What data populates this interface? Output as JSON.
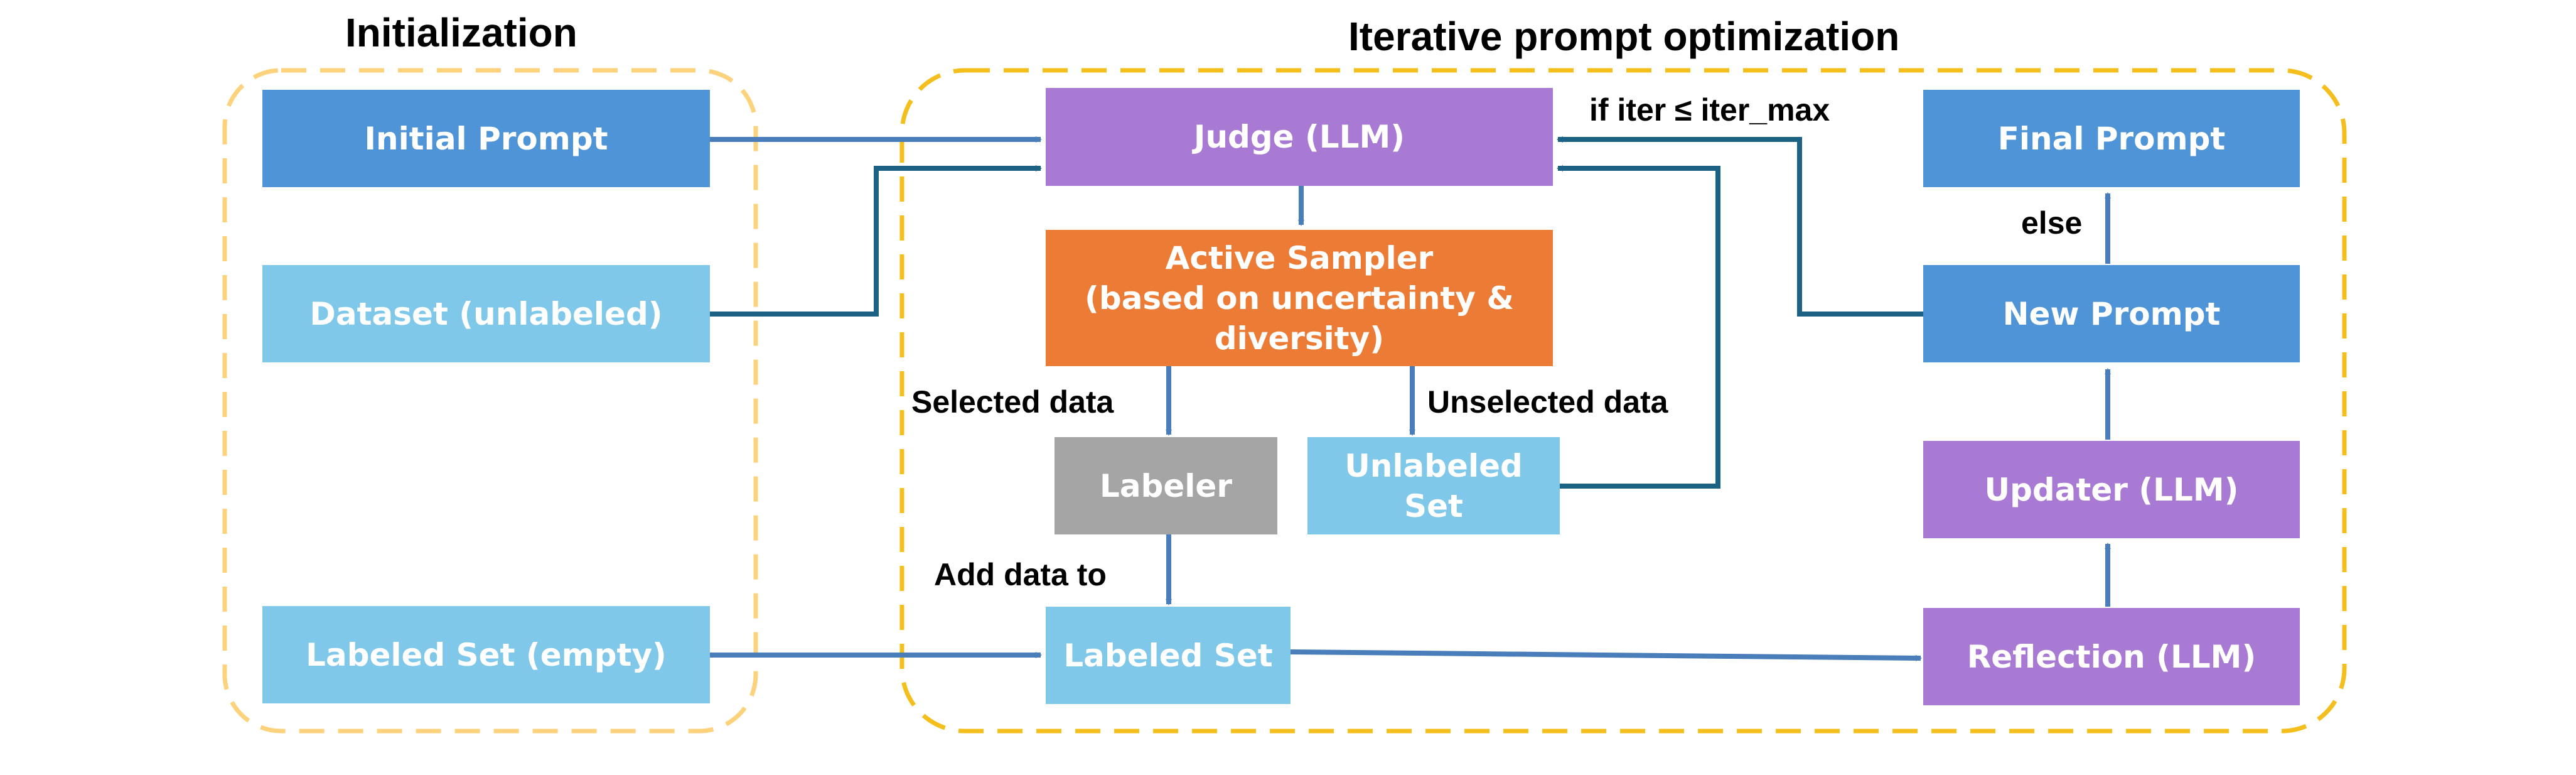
{
  "sections": {
    "initialization": "Initialization",
    "iterative": "Iterative prompt optimization"
  },
  "nodes": {
    "initial_prompt": "Initial Prompt",
    "dataset_unlabeled": "Dataset (unlabeled)",
    "labeled_set_empty": "Labeled Set (empty)",
    "judge": "Judge (LLM)",
    "active_sampler": "Active Sampler\n(based on uncertainty &\ndiversity)",
    "labeler": "Labeler",
    "unlabeled_set": "Unlabeled\nSet",
    "labeled_set": "Labeled Set",
    "final_prompt": "Final Prompt",
    "new_prompt": "New Prompt",
    "updater": "Updater (LLM)",
    "reflection": "Reflection (LLM)"
  },
  "edge_labels": {
    "loop_condition": "if iter ≤ iter_max",
    "else": "else",
    "selected": "Selected data",
    "unselected": "Unselected data",
    "add_data": "Add data to"
  },
  "colors": {
    "prompt_blue": "#4f94d7",
    "data_light_blue": "#7fc8ea",
    "llm_purple": "#a87ad3",
    "sampler_orange": "#ec7b35",
    "labeler_gray": "#a5a5a5",
    "arrow_blue": "#4a7ebb",
    "loop_teal": "#1c6285",
    "init_border": "#fcd27c",
    "iter_border": "#f4bf1c"
  }
}
